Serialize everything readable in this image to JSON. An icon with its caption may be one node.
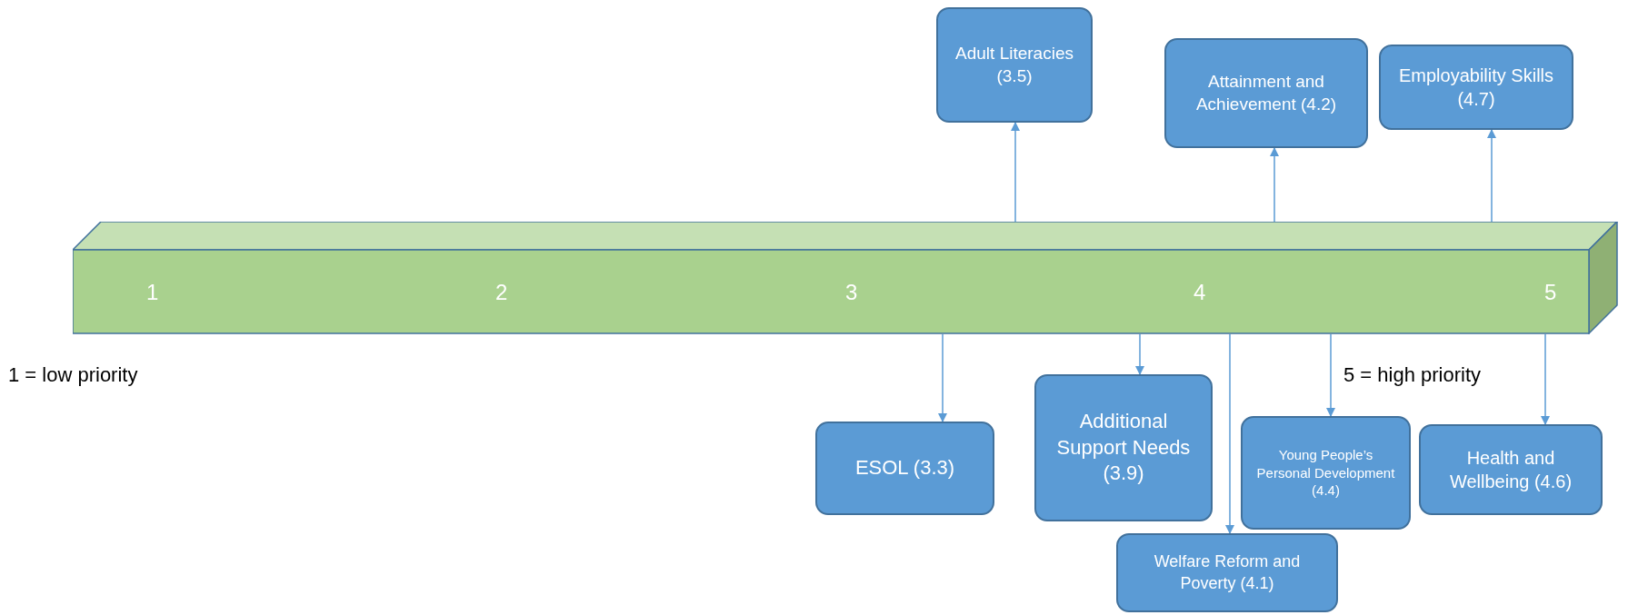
{
  "diagram": {
    "nodes": [
      {
        "text": [
          "Adult Literacies (3.5)"
        ]
      },
      {
        "text": [
          "Attainment and Achievement (4.2)"
        ]
      },
      {
        "text": [
          "Employability Skills (4.7)"
        ]
      },
      {
        "text": [
          "1",
          "2",
          "3",
          "4",
          "5"
        ]
      },
      {
        "text": [
          "ESOL (3.3)"
        ]
      },
      {
        "text": [
          "Additional Support Needs (3.9)"
        ]
      },
      {
        "text": [
          "Young People’s Personal Development (4.4)"
        ]
      },
      {
        "text": [
          "Health and Wellbeing (4.6)"
        ]
      },
      {
        "text": [
          "Welfare Reform and Poverty (4.1)"
        ]
      }
    ],
    "edges": [
      {
        "from": 3,
        "to": 0,
        "arrow": "to"
      },
      {
        "from": 3,
        "to": 1,
        "arrow": "to"
      },
      {
        "from": 3,
        "to": 2,
        "arrow": "to"
      },
      {
        "from": 3,
        "to": 4,
        "arrow": "to"
      },
      {
        "from": 3,
        "to": 5,
        "arrow": "to"
      },
      {
        "from": 3,
        "to": 8,
        "arrow": "to"
      },
      {
        "from": 3,
        "to": 6,
        "arrow": "to"
      },
      {
        "from": 3,
        "to": 7,
        "arrow": "to"
      }
    ],
    "labels": [
      "1 = low priority",
      "5 = high priority"
    ]
  }
}
